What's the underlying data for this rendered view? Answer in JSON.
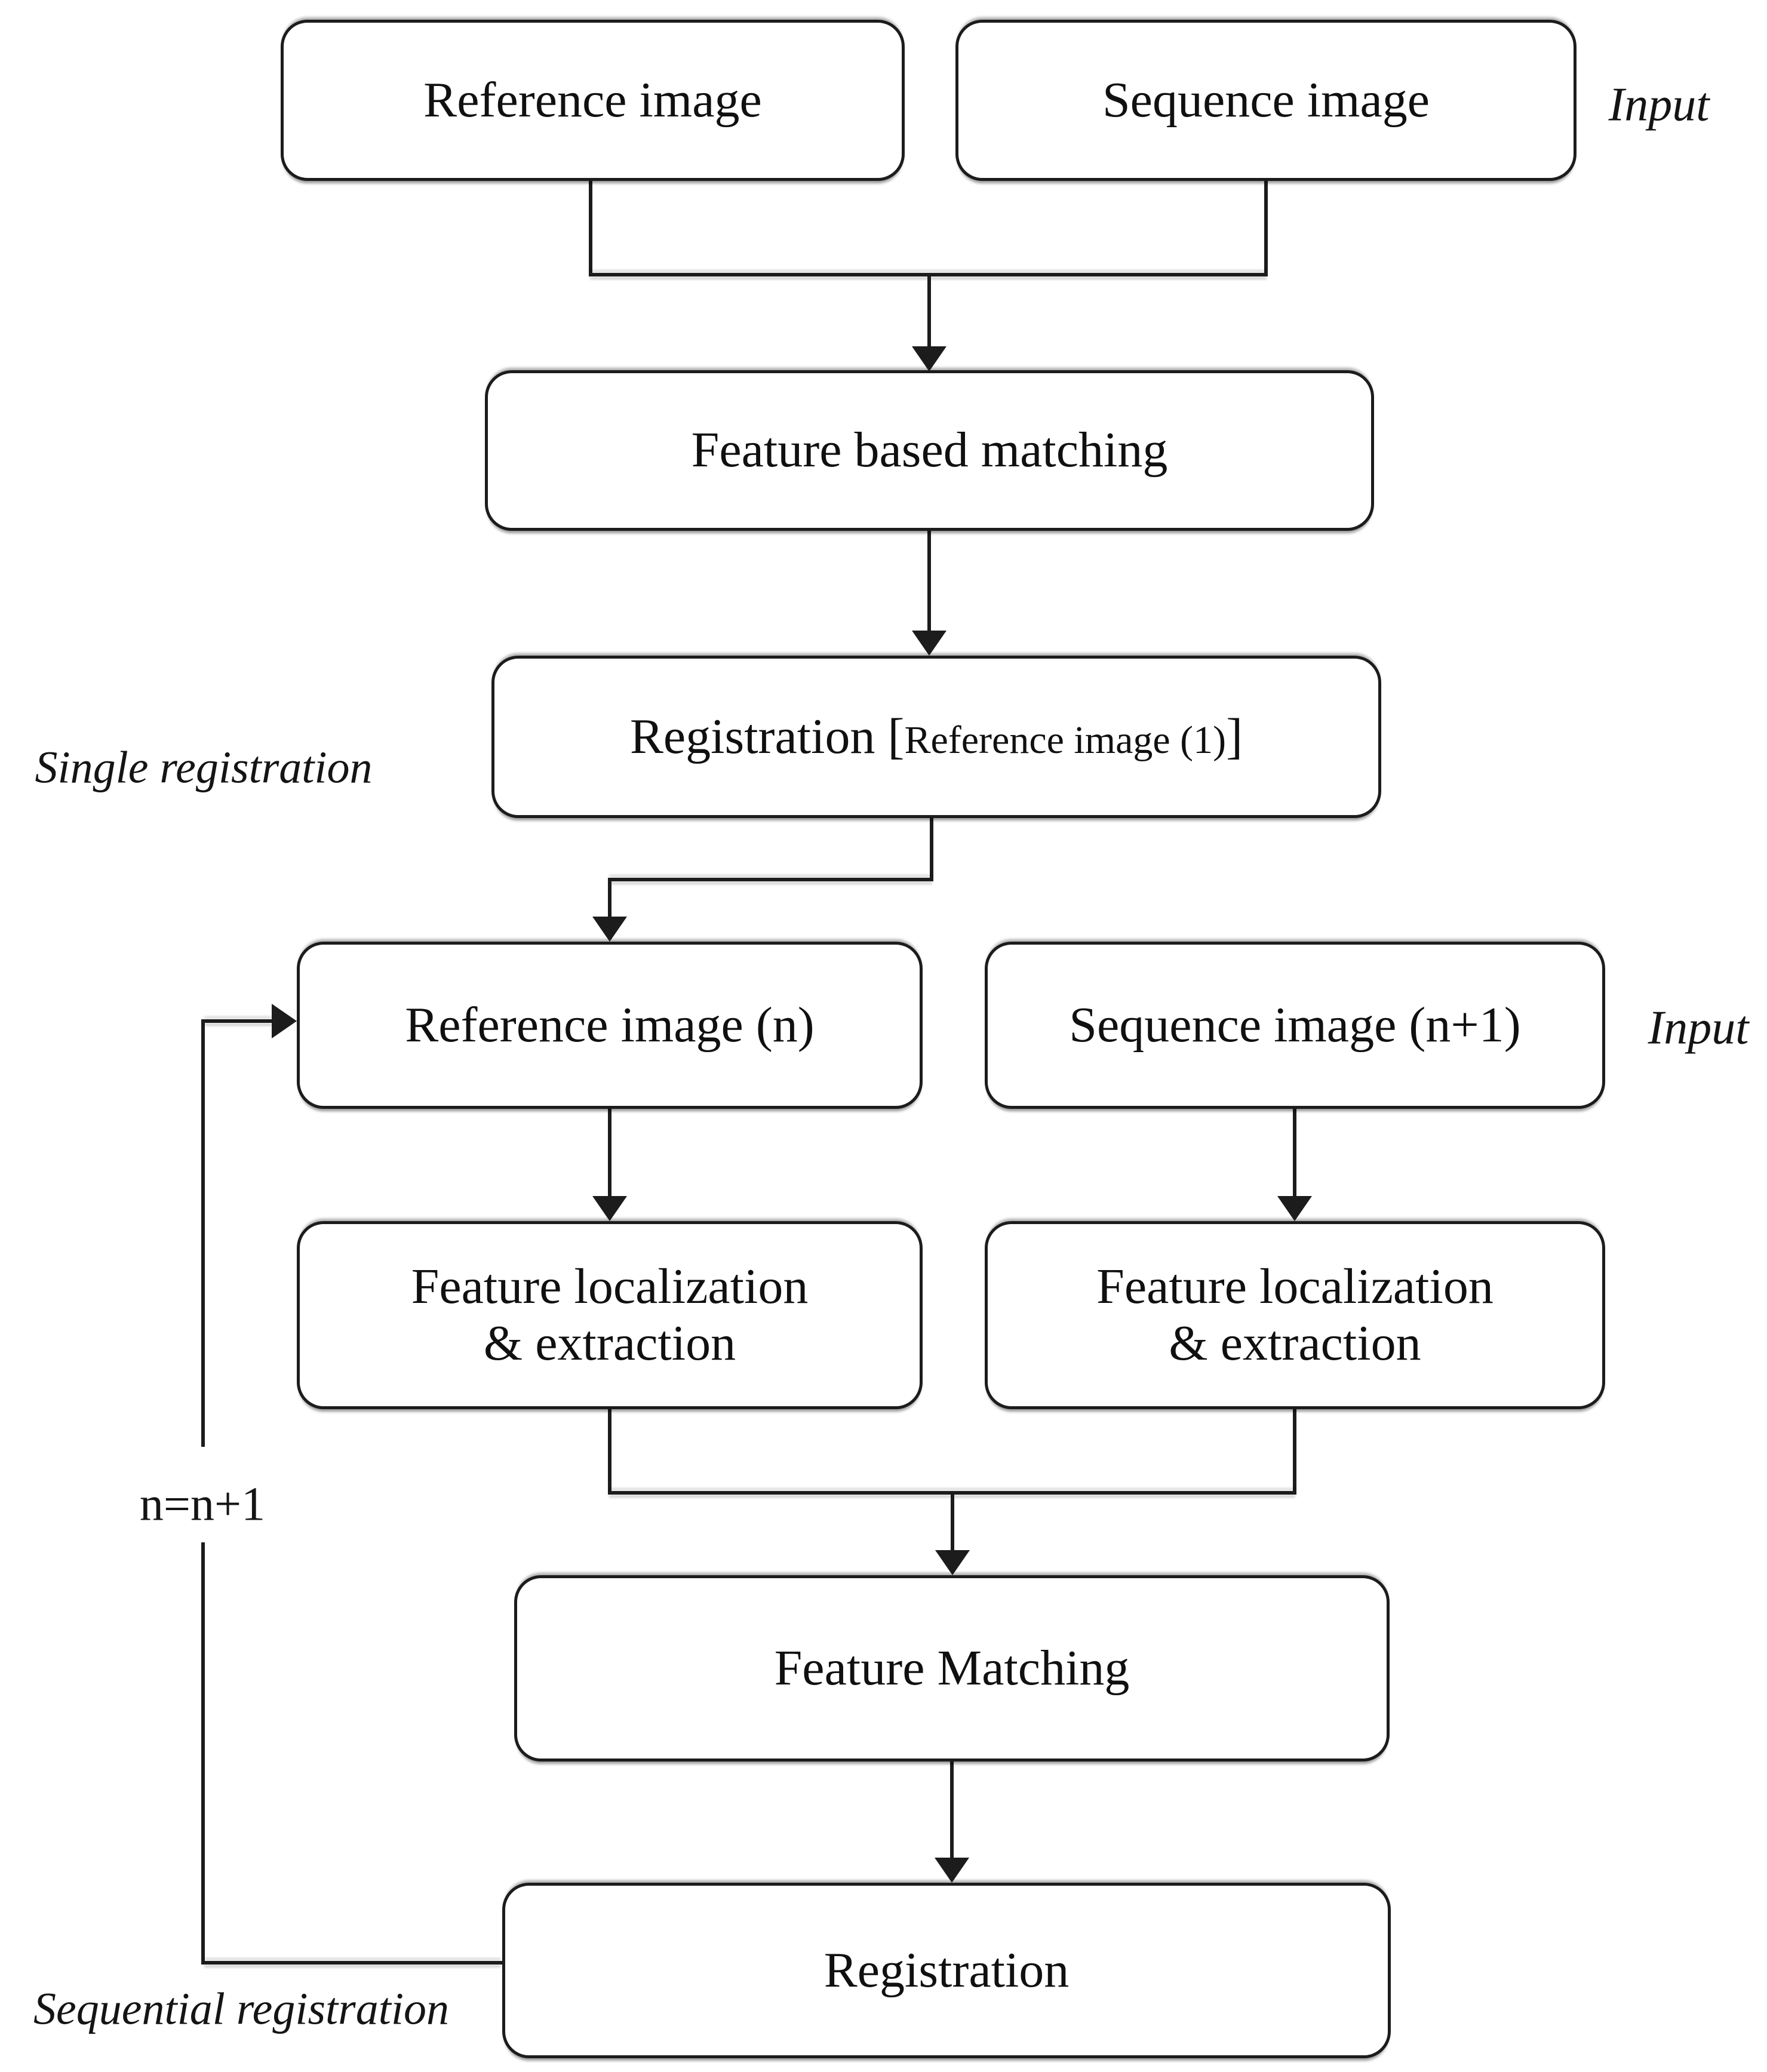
{
  "figure": {
    "colors": {
      "background": "#ffffff",
      "line": "#1c1c1c",
      "text": "#101010"
    },
    "boxes": {
      "reference_image_1": {
        "label": "Reference image"
      },
      "sequence_image_1": {
        "label": "Sequence image"
      },
      "feature_based_matching": {
        "label": "Feature based matching"
      },
      "registration_single": {
        "label_main": "Registration [",
        "label_detail": "Reference image (1)",
        "label_close": "]"
      },
      "reference_image_n": {
        "label": "Reference image (n)"
      },
      "sequence_image_n1": {
        "label": "Sequence image (n+1)"
      },
      "feature_localization_left": {
        "line1": "Feature localization",
        "line2": "& extraction"
      },
      "feature_localization_right": {
        "line1": "Feature localization",
        "line2": "& extraction"
      },
      "feature_matching": {
        "label": "Feature Matching"
      },
      "registration_final": {
        "label": "Registration"
      }
    },
    "annotations": {
      "input_top": "Input",
      "single_registration": "Single registration",
      "input_middle": "Input",
      "loop_counter": "n=n+1",
      "sequential_registration": "Sequential registration"
    }
  }
}
